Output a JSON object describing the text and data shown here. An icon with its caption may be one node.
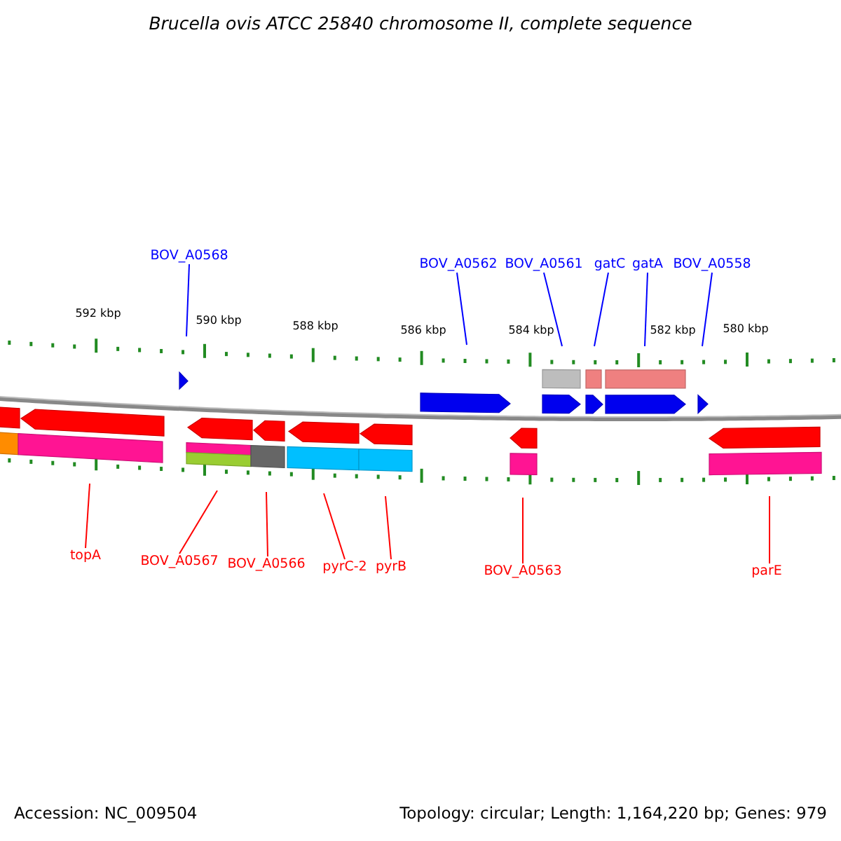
{
  "diagram": {
    "title": "Brucella ovis ATCC 25840 chromosome II, complete sequence",
    "nodes": [
      {
        "text": [
          "BOV_A0568"
        ]
      },
      {
        "text": [
          "BOV_A0562"
        ]
      },
      {
        "text": [
          "BOV_A0561"
        ]
      },
      {
        "text": [
          "gatC"
        ]
      },
      {
        "text": [
          "gatA"
        ]
      },
      {
        "text": [
          "BOV_A0558"
        ]
      },
      {
        "text": [
          "topA"
        ]
      },
      {
        "text": [
          "BOV_A0567"
        ]
      },
      {
        "text": [
          "BOV_A0566"
        ]
      },
      {
        "text": [
          "pyrC-2"
        ]
      },
      {
        "text": [
          "pyrB"
        ]
      },
      {
        "text": [
          "BOV_A0563"
        ]
      },
      {
        "text": [
          "parE"
        ]
      }
    ],
    "edges": [
      {
        "from": 0,
        "to": null,
        "arrow": "none",
        "color": "#0000ff"
      },
      {
        "from": 1,
        "to": null,
        "arrow": "none",
        "color": "#0000ff"
      },
      {
        "from": 2,
        "to": null,
        "arrow": "none",
        "color": "#0000ff"
      },
      {
        "from": 3,
        "to": null,
        "arrow": "none",
        "color": "#0000ff"
      },
      {
        "from": 4,
        "to": null,
        "arrow": "none",
        "color": "#0000ff"
      },
      {
        "from": 5,
        "to": null,
        "arrow": "none",
        "color": "#0000ff"
      },
      {
        "from": 6,
        "to": null,
        "arrow": "none"
      },
      {
        "from": 7,
        "to": null,
        "arrow": "none"
      },
      {
        "from": 8,
        "to": null,
        "arrow": "none"
      },
      {
        "from": 9,
        "to": null,
        "arrow": "none"
      },
      {
        "from": 10,
        "to": null,
        "arrow": "none"
      },
      {
        "from": 11,
        "to": null,
        "arrow": "none"
      },
      {
        "from": 12,
        "to": null,
        "arrow": "none"
      }
    ],
    "labels": [
      "592 kbp",
      "590 kbp",
      "588 kbp",
      "586 kbp",
      "584 kbp",
      "582 kbp",
      "580 kbp",
      "Accession: NC_009504",
      "Topology: circular; Length: 1,164,220 bp; Genes: 979"
    ]
  }
}
